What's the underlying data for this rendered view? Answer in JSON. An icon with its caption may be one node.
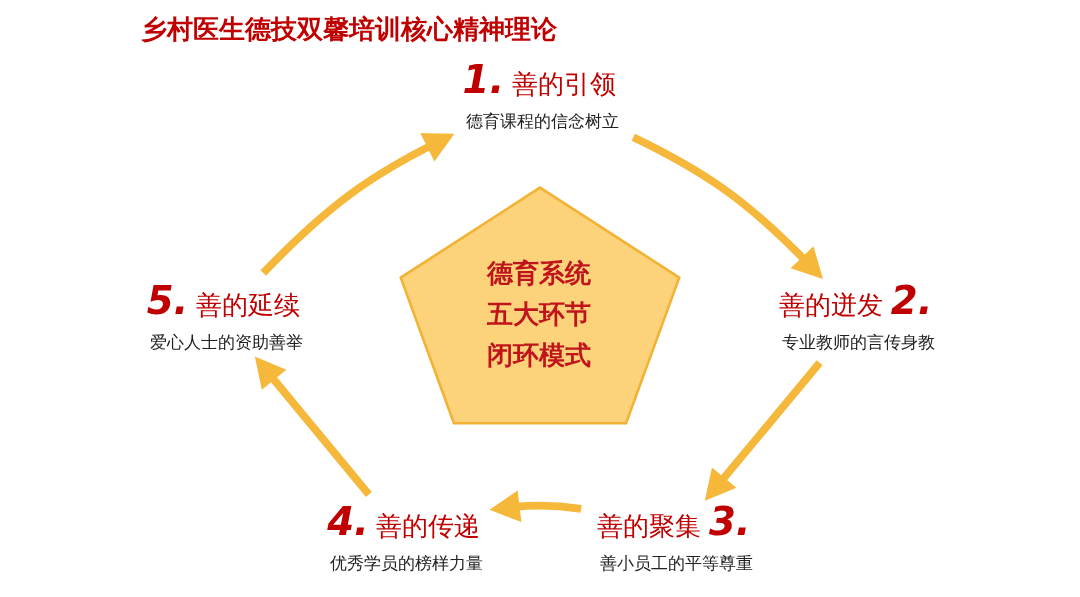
{
  "diagram": {
    "title": "乡村医生德技双馨培训核心精神理论",
    "nodes": [
      {
        "text": [
          "德育系统",
          "五大环节",
          "闭环模式"
        ]
      },
      {
        "text": [
          "1.",
          "善的引领",
          "德育课程的信念树立"
        ]
      },
      {
        "text": [
          "善的迸发",
          "2.",
          "专业教师的言传身教"
        ]
      },
      {
        "text": [
          "善的聚集",
          "3.",
          "善小员工的平等尊重"
        ]
      },
      {
        "text": [
          "4.",
          "善的传递",
          "优秀学员的榜样力量"
        ]
      },
      {
        "text": [
          "5.",
          "善的延续",
          "爱心人士的资助善举"
        ]
      }
    ],
    "edges": [
      {
        "from": 5,
        "to": 1,
        "arrow": "to"
      },
      {
        "from": 1,
        "to": 2,
        "arrow": "to"
      },
      {
        "from": 2,
        "to": 3,
        "arrow": "to"
      },
      {
        "from": 3,
        "to": 4,
        "arrow": "to"
      },
      {
        "from": 4,
        "to": 5,
        "arrow": "to"
      }
    ]
  }
}
